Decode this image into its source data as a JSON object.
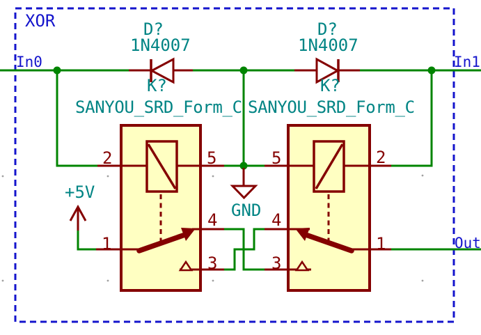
{
  "sheet": {
    "name": "XOR"
  },
  "ports": {
    "in0": "In0",
    "in1": "In1",
    "out": "Out"
  },
  "power": {
    "vcc": "+5V",
    "gnd": "GND"
  },
  "components": {
    "diode_left": {
      "ref": "D?",
      "value": "1N4007"
    },
    "diode_right": {
      "ref": "D?",
      "value": "1N4007"
    },
    "relay_left": {
      "ref": "K?",
      "value": "SANYOU_SRD_Form_C",
      "pins": {
        "p1": "1",
        "p2": "2",
        "p3": "3",
        "p4": "4",
        "p5": "5"
      }
    },
    "relay_right": {
      "ref": "K?",
      "value": "SANYOU_SRD_Form_C",
      "pins": {
        "p1": "1",
        "p2": "2",
        "p3": "3",
        "p4": "4",
        "p5": "5"
      }
    }
  },
  "colors": {
    "wire": "#008400",
    "component": "#840000",
    "fields": "#008484",
    "labels": "#1414cc",
    "relay_fill": "#ffffc2",
    "sheet_border": "#1414cc",
    "background": "#ffffff"
  }
}
